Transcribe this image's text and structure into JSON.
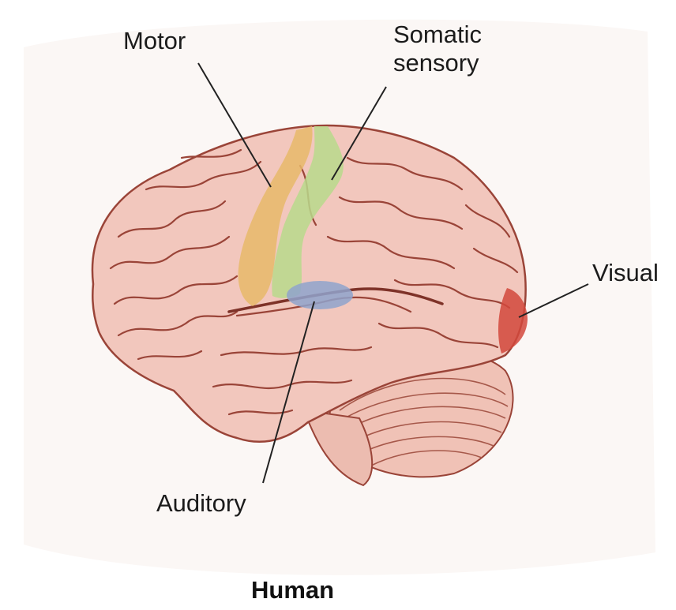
{
  "labels": {
    "motor": "Motor",
    "somatic_line1": "Somatic",
    "somatic_line2": "sensory",
    "visual": "Visual",
    "auditory": "Auditory"
  },
  "caption": "Human",
  "colors": {
    "brain": "#f2c7bd",
    "gyrus_line": "#9a4438",
    "motor_area": "#e8b96a",
    "somatic_area": "#b8d98c",
    "auditory_area": "#8fa3cc",
    "visual_area": "#d2483c",
    "leader_line": "#222222"
  }
}
